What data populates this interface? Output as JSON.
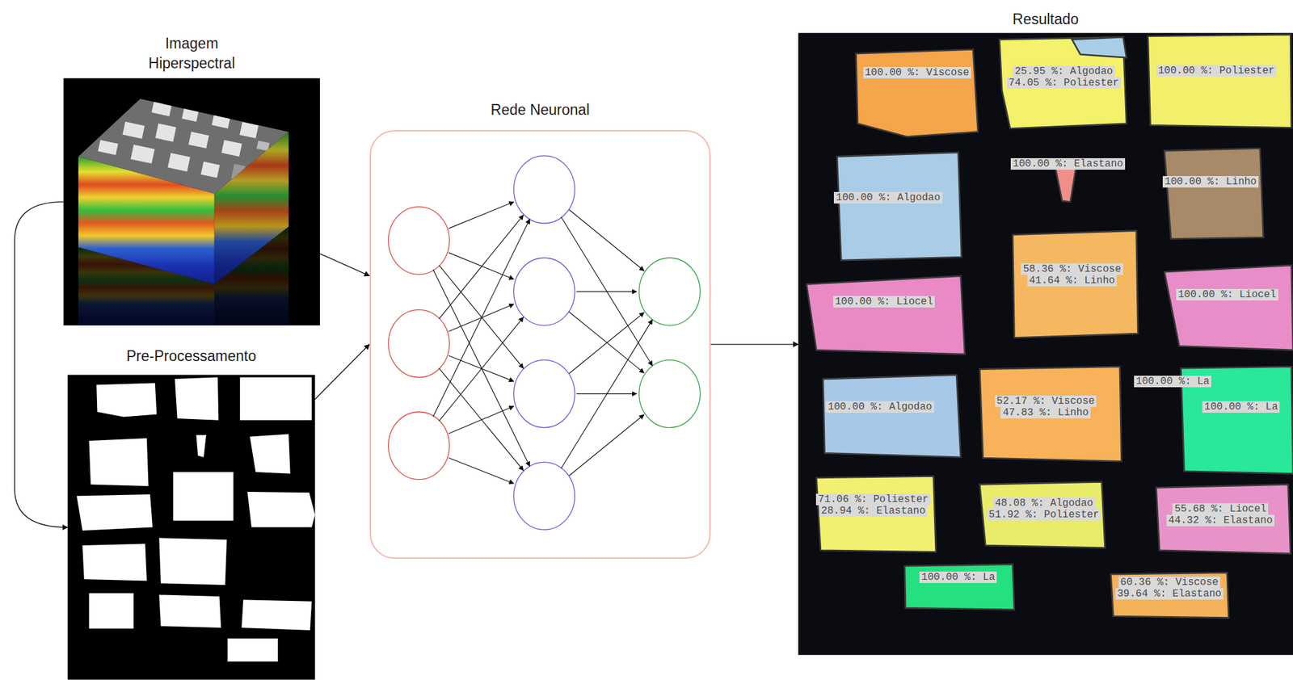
{
  "diagram": {
    "nodes": [
      {
        "text": [
          "Imagem Hiperspectral"
        ]
      },
      {
        "text": [
          "Pre-Processamento"
        ]
      },
      {
        "text": [
          "Rede Neuronal"
        ]
      },
      {
        "text": [
          "Resultado"
        ]
      }
    ],
    "edges": [
      {
        "from": 0,
        "to": 2,
        "arrow": "to"
      },
      {
        "from": 1,
        "to": 2,
        "arrow": "to"
      },
      {
        "from": 0,
        "to": 1,
        "arrow": "to"
      },
      {
        "from": 2,
        "to": 3,
        "arrow": "to"
      }
    ],
    "labels": [
      "100.00 %: Viscose",
      "25.95 %: Algodao",
      "74.05 %: Poliester",
      "100.00 %: Poliester",
      "100.00 %: Elastano",
      "100.00 %: Algodao",
      "100.00 %: Linho",
      "58.36 %: Viscose",
      "41.64 %: Linho",
      "100.00 %: Liocel",
      "100.00 %: Liocel",
      "100.00 %: La",
      "100.00 %: Algodao",
      "52.17 %: Viscose",
      "47.83 %: Linho",
      "100.00 %: La",
      "71.06 %: Poliester",
      "28.94 %: Elastano",
      "48.08 %: Algodao",
      "51.92 %: Poliester",
      "55.68 %: Liocel",
      "44.32 %: Elastano",
      "100.00 %: La",
      "60.36 %: Viscose",
      "39.64 %: Elastano"
    ]
  }
}
